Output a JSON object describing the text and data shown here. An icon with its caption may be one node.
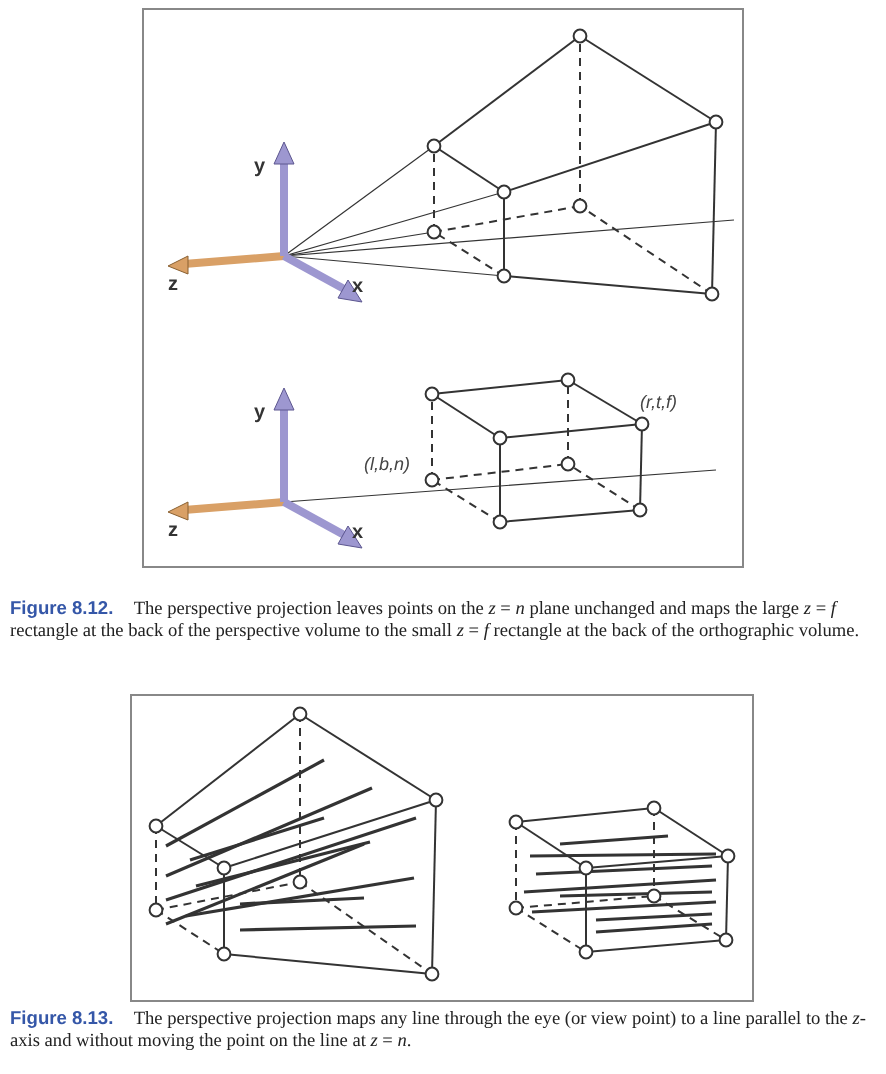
{
  "diagram": {
    "labels": [
      "y",
      "z",
      "x",
      "y",
      "z",
      "x",
      "(r,t,f)",
      "(l,b,n)",
      "**Figure 8.12.** The perspective projection leaves points on the *z* = *n* plane unchanged and maps the large *z* = *f* rectangle at the back of the perspective volume to the small *z* = *f* rectangle at the back of the orthographic volume.",
      "**Figure 8.13.** The perspective projection maps any line through the eye (or view point) to a line parallel to the *z*-axis and without moving the point on the line at *z* = *n*."
    ]
  }
}
